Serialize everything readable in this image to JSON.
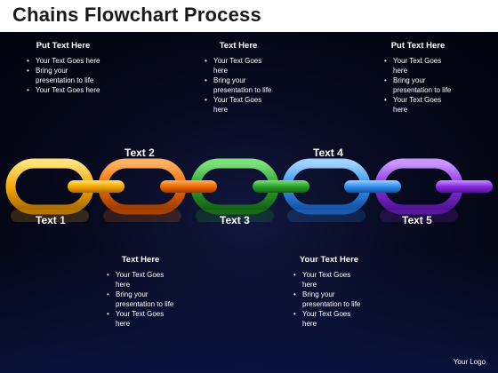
{
  "title": "Chains Flowchart Process",
  "top_blocks": [
    {
      "heading": "Put Text Here",
      "bullets": [
        "Your Text Goes here",
        "Bring your presentation to life",
        "Your Text Goes here"
      ]
    },
    {
      "heading": "Text Here",
      "bullets": [
        "Your Text Goes here",
        "Bring your presentation to life",
        "Your Text Goes here"
      ]
    },
    {
      "heading": "Put Text Here",
      "bullets": [
        "Your Text Goes here",
        "Bring your presentation to life",
        "Your Text Goes here"
      ]
    }
  ],
  "bottom_blocks": [
    {
      "heading": "Text Here",
      "bullets": [
        "Your Text Goes here",
        "Bring your presentation to life",
        "Your Text Goes here"
      ]
    },
    {
      "heading": "Your Text Here",
      "bullets": [
        "Your Text Goes here",
        "Bring your presentation to life",
        "Your Text Goes here"
      ]
    }
  ],
  "chain_labels": [
    "Text 1",
    "Text 2",
    "Text 3",
    "Text 4",
    "Text 5"
  ],
  "link_colors": [
    "#f7a800",
    "#f06a00",
    "#2aa12a",
    "#2f8ff0",
    "#8a2be2"
  ],
  "logo": "Your Logo"
}
